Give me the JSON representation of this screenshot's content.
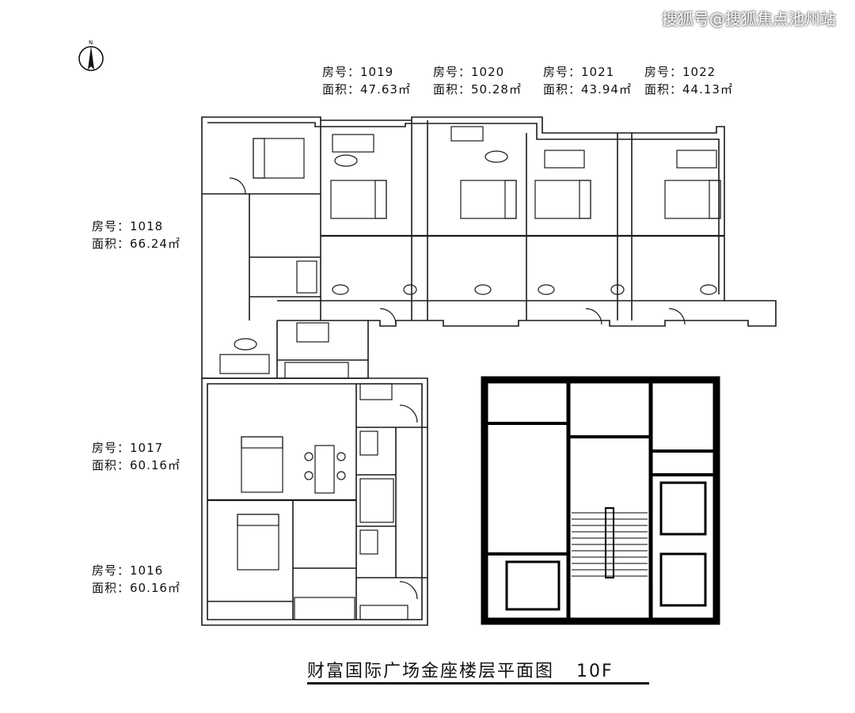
{
  "watermark": "搜狐号@搜狐焦点池州站",
  "north_label": "N",
  "title": "财富国际广场金座楼层平面图",
  "floor": "10F",
  "units": [
    {
      "room_label": "房号：1019",
      "area_label": "面积：47.63㎡"
    },
    {
      "room_label": "房号：1020",
      "area_label": "面积：50.28㎡"
    },
    {
      "room_label": "房号：1021",
      "area_label": "面积：43.94㎡"
    },
    {
      "room_label": "房号：1022",
      "area_label": "面积：44.13㎡"
    },
    {
      "room_label": "房号：1018",
      "area_label": "面积：66.24㎡"
    },
    {
      "room_label": "房号：1017",
      "area_label": "面积：60.16㎡"
    },
    {
      "room_label": "房号：1016",
      "area_label": "面积：60.16㎡"
    }
  ],
  "colors": {
    "line": "#1a1a1a",
    "core_wall": "#000000",
    "background": "#ffffff"
  }
}
